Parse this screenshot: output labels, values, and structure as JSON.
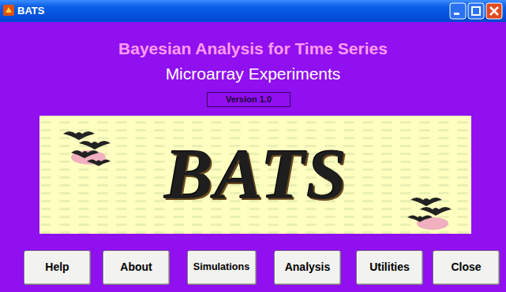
{
  "diagram": {
    "title": "Bayesian Analysis for Time Series",
    "nodes": [
      {
        "text": [
          "BATS"
        ]
      },
      {
        "text": [
          "Version 1.0"
        ]
      },
      {
        "text": [
          "BATS"
        ]
      },
      {
        "text": [
          "Help"
        ]
      },
      {
        "text": [
          "About"
        ]
      },
      {
        "text": [
          "Simulations"
        ]
      },
      {
        "text": [
          "Analysis"
        ]
      },
      {
        "text": [
          "Utilities"
        ]
      },
      {
        "text": [
          "Close"
        ]
      }
    ],
    "labels": [
      "Microarray Experiments"
    ]
  }
}
